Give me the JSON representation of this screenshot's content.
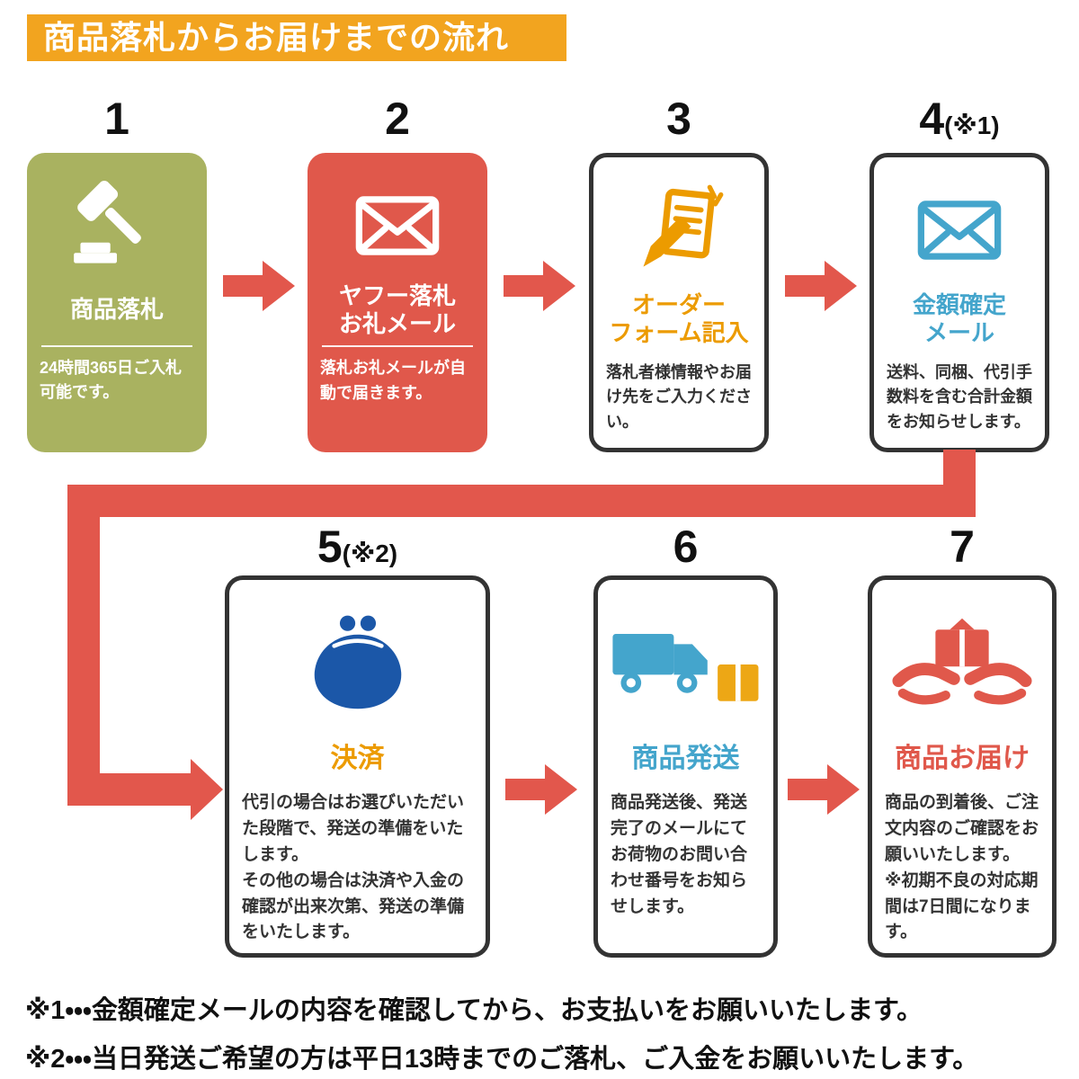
{
  "title": "商品落札からお届けまでの流れ",
  "steps": [
    {
      "number": "1",
      "number_suffix": "",
      "title": "商品落札",
      "body": "24時間365日ご入札可能です。",
      "icon": "gavel-icon",
      "color": "#a9b260",
      "style": "solid"
    },
    {
      "number": "2",
      "number_suffix": "",
      "title": "ヤフー落札\nお礼メール",
      "body": "落札お礼メールが自動で届きます。",
      "icon": "mail-icon",
      "color": "#e0584b",
      "style": "solid"
    },
    {
      "number": "3",
      "number_suffix": "",
      "title": "オーダー\nフォーム記入",
      "body": "落札者様情報やお届け先をご入力ください。",
      "icon": "order-form-icon",
      "color": "#ec9b00",
      "style": "outline"
    },
    {
      "number": "4",
      "number_suffix": "(※1)",
      "title": "金額確定\nメール",
      "body": "送料、同梱、代引手数料を含む合計金額をお知らせします。",
      "icon": "mail-icon",
      "color": "#44a5cc",
      "style": "outline"
    },
    {
      "number": "5",
      "number_suffix": "(※2)",
      "title": "決済",
      "body": "代引の場合はお選びいただいた段階で、発送の準備をいたします。\nその他の場合は決済や入金の確認が出来次第、発送の準備をいたします。",
      "icon": "coin-purse-icon",
      "color": "#ec9b00",
      "style": "outline"
    },
    {
      "number": "6",
      "number_suffix": "",
      "title": "商品発送",
      "body": "商品発送後、発送完了のメールにてお荷物のお問い合わせ番号をお知らせします。",
      "icon": "truck-box-icon",
      "color": "#44a5cc",
      "style": "outline"
    },
    {
      "number": "7",
      "number_suffix": "",
      "title": "商品お届け",
      "body": "商品の到着後、ご注文内容のご確認をお願いいたします。\n※初期不良の対応期間は7日間になります。",
      "icon": "hands-box-icon",
      "color": "#e0584b",
      "style": "outline"
    }
  ],
  "footnotes": [
    "※1・・・金額確定メールの内容を確認してから、お支払いをお願いいたします。",
    "※2・・・当日発送ご希望の方は平日13時までのご落札、ご入金をお願いいたします。"
  ],
  "colors": {
    "banner": "#f2a41f",
    "arrow": "#e2574c",
    "step1": "#a9b260",
    "step2": "#e0584b",
    "step3": "#ec9b00",
    "step4": "#44a5cc",
    "step5": "#ec9b00",
    "step6": "#44a5cc",
    "step7": "#e0584b",
    "purse_icon": "#1b57a8",
    "box_icon": "#eda715",
    "body_text": "#333333"
  }
}
